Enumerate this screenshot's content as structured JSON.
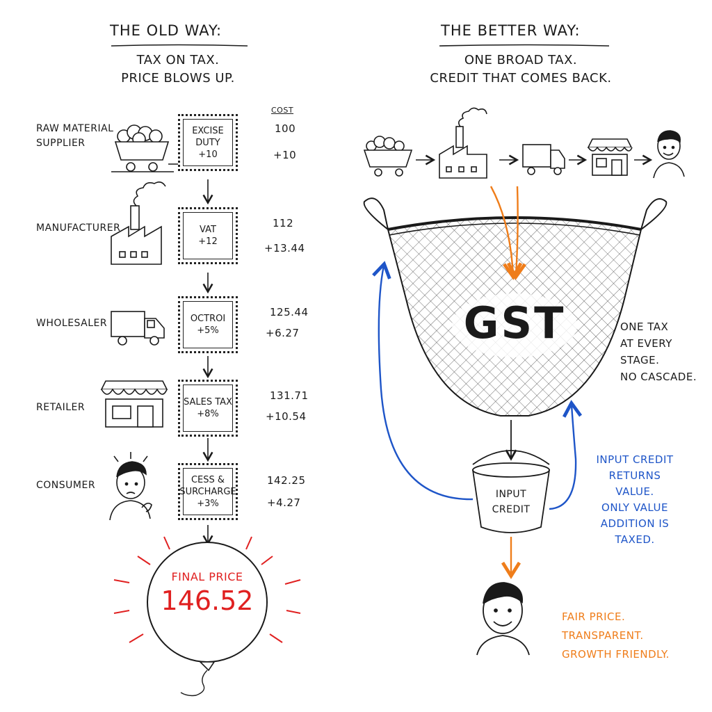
{
  "left": {
    "title": "The old way:",
    "subtitle_lines": [
      "Tax on tax.",
      "Price blows up."
    ],
    "cost_header": "Cost",
    "stages": [
      {
        "label_lines": [
          "Raw material",
          "supplier"
        ],
        "tax_lines": [
          "Excise",
          "duty",
          "+10"
        ],
        "cost": "100",
        "add": "+10"
      },
      {
        "label_lines": [
          "Manufacturer"
        ],
        "tax_lines": [
          "VAT",
          "+12"
        ],
        "cost": "112",
        "add": "+13.44"
      },
      {
        "label_lines": [
          "Wholesaler"
        ],
        "tax_lines": [
          "Octroi",
          "+5%"
        ],
        "cost": "125.44",
        "add": "+6.27"
      },
      {
        "label_lines": [
          "Retailer"
        ],
        "tax_lines": [
          "Sales tax",
          "+8%"
        ],
        "cost": "131.71",
        "add": "+10.54"
      },
      {
        "label_lines": [
          "Consumer"
        ],
        "tax_lines": [
          "Cess &",
          "surcharge",
          "+3%"
        ],
        "cost": "142.25",
        "add": "+4.27"
      }
    ],
    "final_label": "Final price",
    "final_value": "146.52"
  },
  "right": {
    "title": "The better way:",
    "subtitle_lines": [
      "One broad tax.",
      "Credit that comes back."
    ],
    "net_label": "GST",
    "side_note_lines": [
      "One tax",
      "at every",
      "stage.",
      "No cascade."
    ],
    "bucket_lines": [
      "Input",
      "credit"
    ],
    "credit_note_lines": [
      "Input credit",
      "returns",
      "value.",
      "Only value",
      "addition is",
      "taxed."
    ],
    "outcome_lines": [
      "Fair price.",
      "Transparent.",
      "Growth friendly."
    ]
  },
  "colors": {
    "ink": "#1a1a1a",
    "red": "#e02020",
    "blue": "#1e55c8",
    "orange": "#ef7d1a"
  }
}
